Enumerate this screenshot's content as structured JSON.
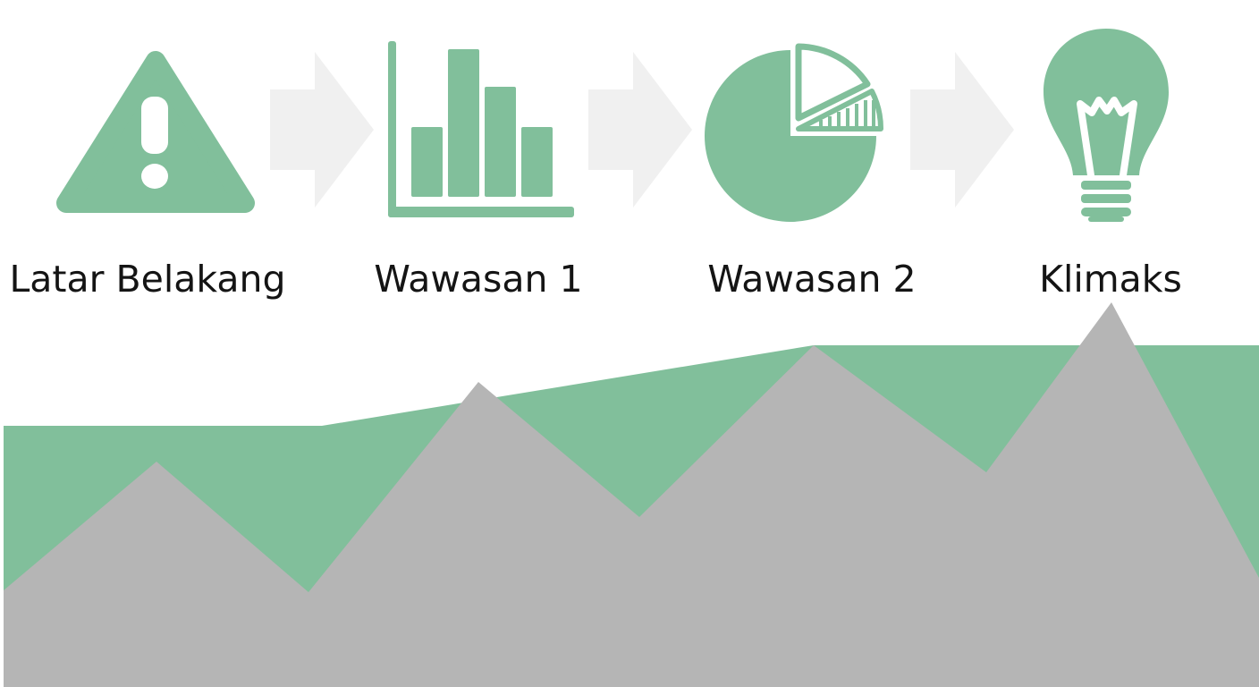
{
  "colors": {
    "accent_green": "#81bf9b",
    "terrain_gray": "#b5b5b5",
    "arrow_light": "#f0f0f0",
    "text": "#141414",
    "background": "#ffffff"
  },
  "stages": [
    {
      "label": "Latar Belakang",
      "icon": "warning-triangle-icon"
    },
    {
      "label": "Wawasan 1",
      "icon": "bar-chart-icon"
    },
    {
      "label": "Wawasan 2",
      "icon": "pie-chart-icon"
    },
    {
      "label": "Klimaks",
      "icon": "lightbulb-icon"
    }
  ],
  "connectors": [
    {
      "icon": "arrow-right-icon"
    },
    {
      "icon": "arrow-right-icon"
    },
    {
      "icon": "arrow-right-icon"
    }
  ]
}
